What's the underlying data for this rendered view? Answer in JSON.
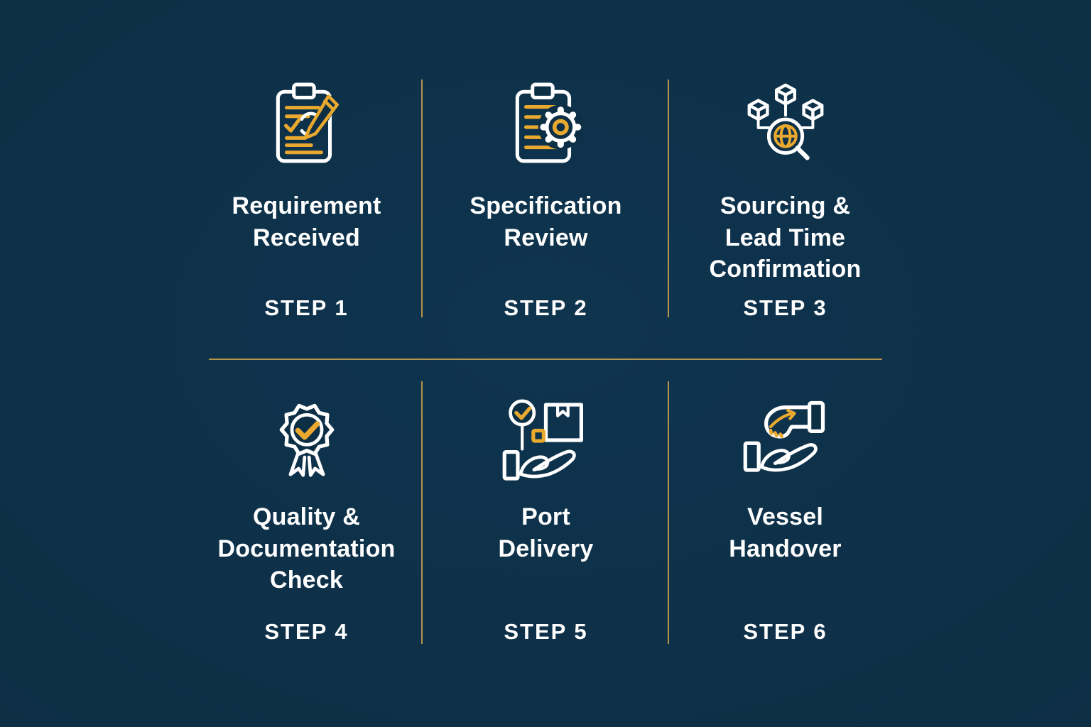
{
  "canvas": {
    "background_color": "#0d2f46",
    "icon_accent_color": "#e9a92f",
    "divider_color": "#b5944c",
    "text_color": "#ffffff"
  },
  "steps": [
    {
      "icon": "clipboard-pencil-icon",
      "title": "Requirement\nReceived",
      "step_label": "STEP 1"
    },
    {
      "icon": "clipboard-gear-icon",
      "title": "Specification\nReview",
      "step_label": "STEP 2"
    },
    {
      "icon": "network-search-icon",
      "title": "Sourcing &\nLead Time\nConfirmation",
      "step_label": "STEP 3"
    },
    {
      "icon": "award-badge-icon",
      "title": "Quality &\nDocumentation\nCheck",
      "step_label": "STEP 4"
    },
    {
      "icon": "hand-box-icon",
      "title": "Port\nDelivery",
      "step_label": "STEP 5"
    },
    {
      "icon": "handover-hands-icon",
      "title": "Vessel\nHandover",
      "step_label": "STEP 6"
    }
  ]
}
